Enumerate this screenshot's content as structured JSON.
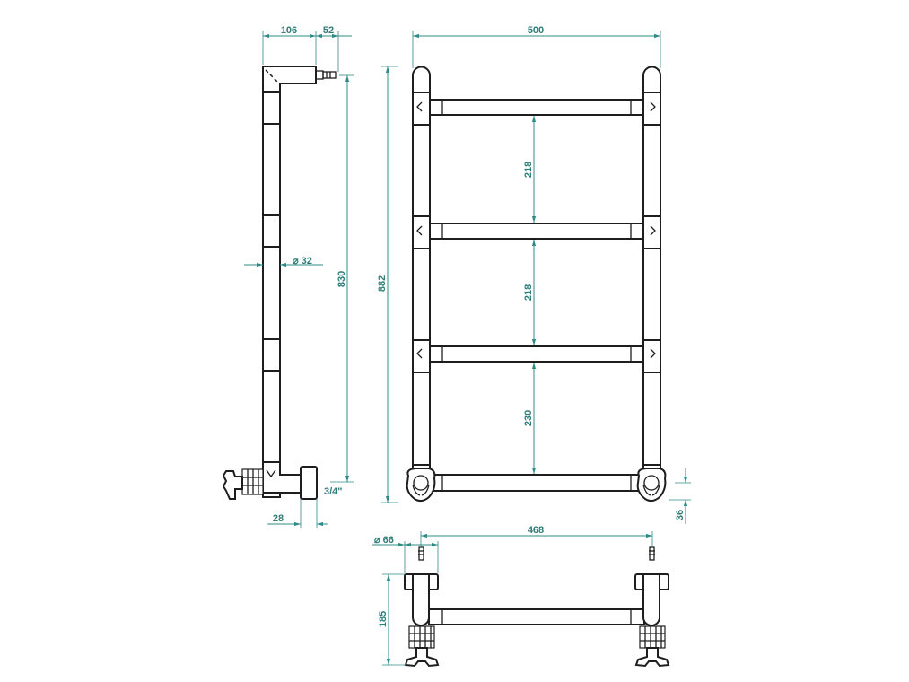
{
  "drawing": {
    "title": "Towel radiator technical drawing",
    "accent_color": "#2e8b85",
    "line_color": "#1e1e1e"
  },
  "side_view": {
    "dim_depth": "106",
    "dim_valve_offset": "52",
    "dim_tube_diameter": "⌀ 32",
    "dim_height": "830",
    "dim_connection": "3/4\"",
    "dim_bottom_offset": "28"
  },
  "front_view": {
    "dim_width": "500",
    "dim_total_height": "882",
    "dim_gap_top": "218",
    "dim_gap_middle": "218",
    "dim_gap_bottom": "230",
    "dim_bottom_rail": "36"
  },
  "bottom_view": {
    "dim_centers": "468",
    "dim_flange_diameter": "⌀ 66",
    "dim_height": "185"
  }
}
